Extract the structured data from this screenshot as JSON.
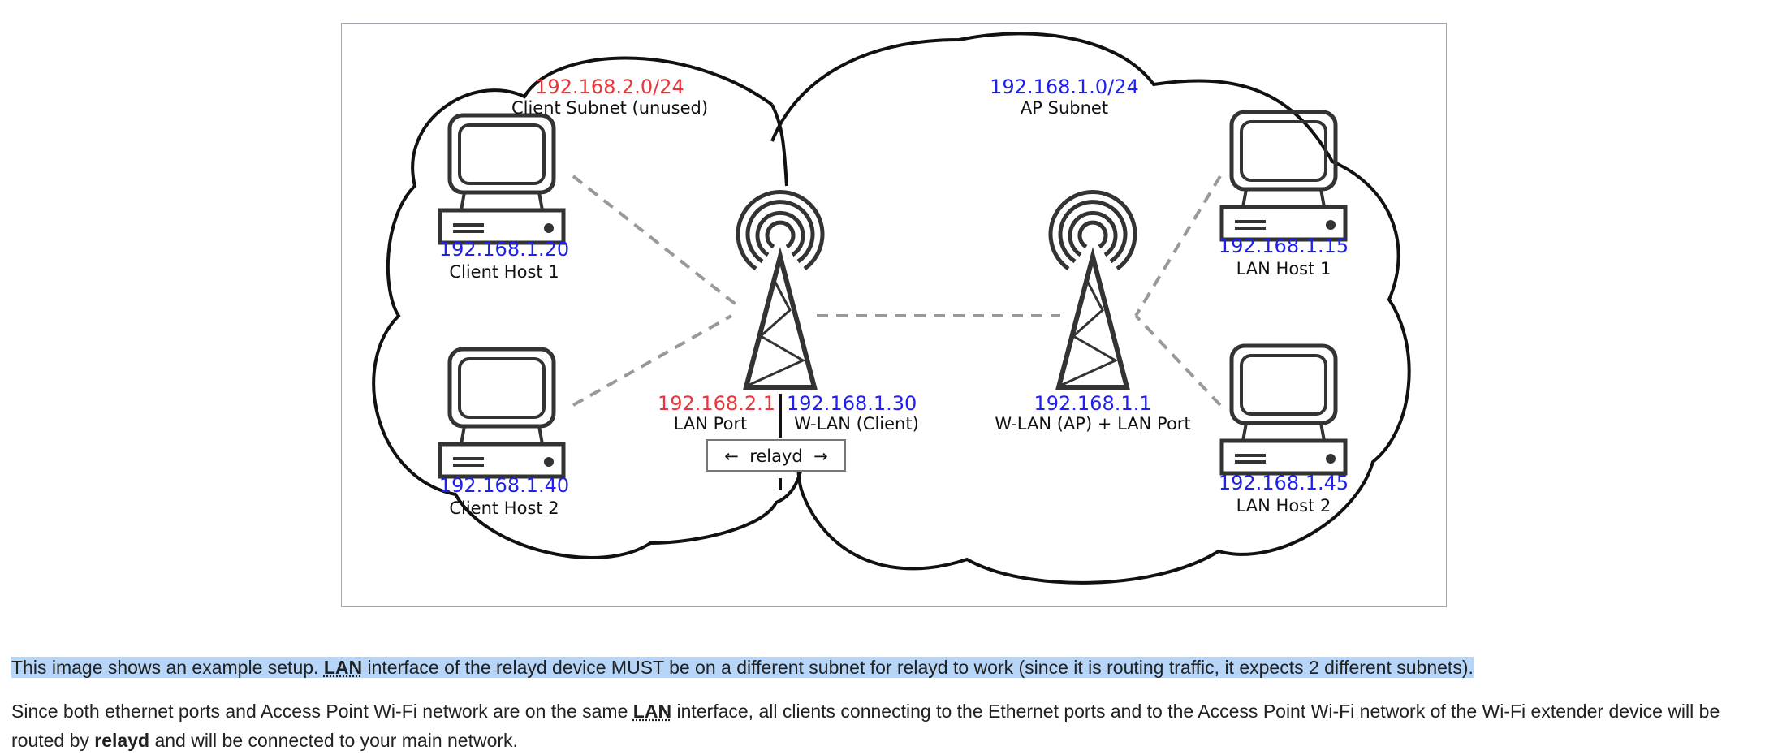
{
  "diagram": {
    "client_subnet": {
      "ip": "192.168.2.0/24",
      "label": "Client Subnet (unused)"
    },
    "ap_subnet": {
      "ip": "192.168.1.0/24",
      "label": "AP Subnet"
    },
    "client_host_1": {
      "ip": "192.168.1.20",
      "label": "Client Host 1"
    },
    "client_host_2": {
      "ip": "192.168.1.40",
      "label": "Client Host 2"
    },
    "lan_host_1": {
      "ip": "192.168.1.15",
      "label": "LAN Host 1"
    },
    "lan_host_2": {
      "ip": "192.168.1.45",
      "label": "LAN Host 2"
    },
    "lan_port": {
      "ip": "192.168.2.1",
      "label": "LAN Port"
    },
    "wlan_client": {
      "ip": "192.168.1.30",
      "label": "W-LAN (Client)"
    },
    "ap": {
      "ip": "192.168.1.1",
      "label": "W-LAN (AP) + LAN Port"
    },
    "relayd": {
      "label": "←  relayd  →"
    },
    "colors": {
      "blue": "#1f1ff0",
      "red": "#e8363a"
    }
  },
  "text": {
    "p1_before": "This image shows an example setup. ",
    "p1_lan": "LAN",
    "p1_after": " interface of the relayd device MUST be on a different subnet for relayd to work (since it is routing traffic, it expects 2 different subnets).",
    "p2_before": "Since both ethernet ports and Access Point Wi-Fi network are on the same ",
    "p2_lan": "LAN",
    "p2_mid": " interface, all clients connecting to the Ethernet ports and to the Access Point Wi-Fi network of the Wi-Fi extender device will be routed by ",
    "p2_relayd": "relayd",
    "p2_after": " and will be connected to your main network."
  }
}
